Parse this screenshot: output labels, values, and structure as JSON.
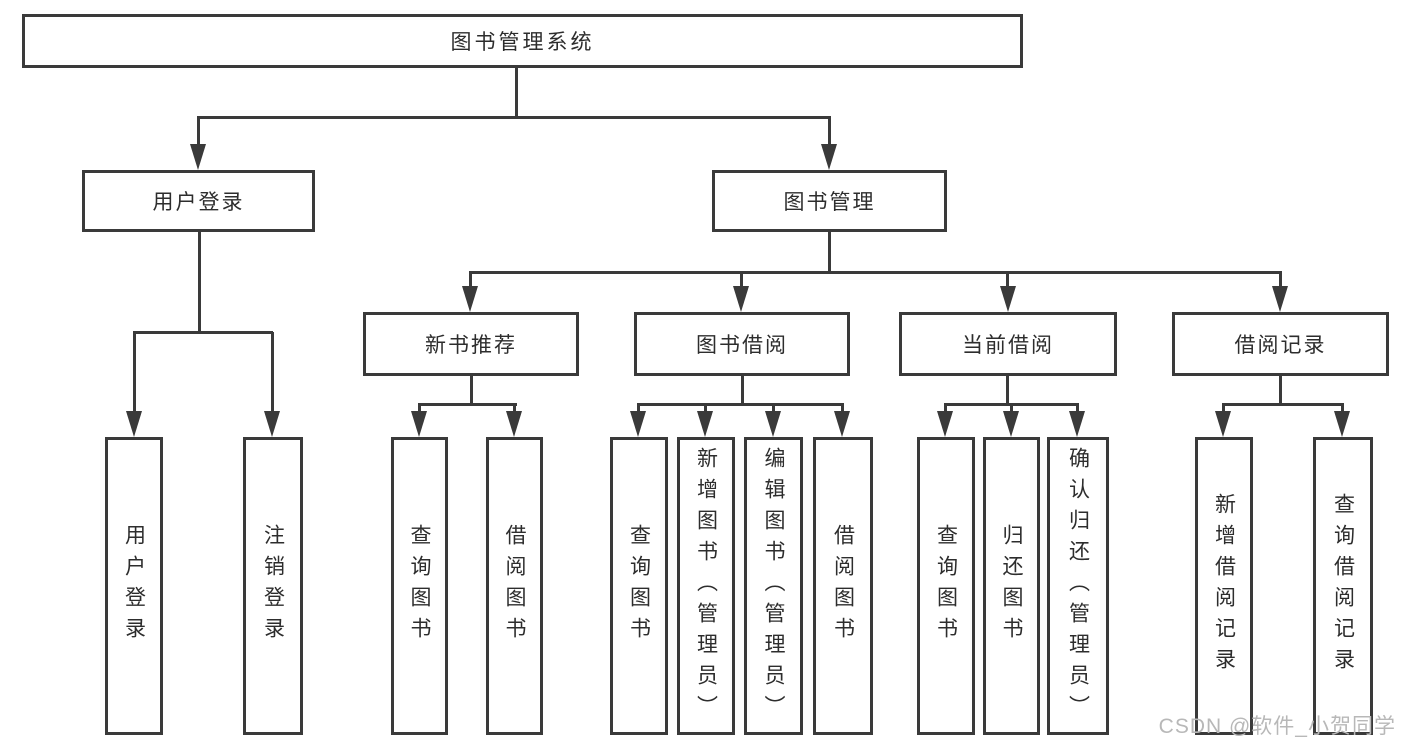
{
  "diagram": {
    "title": "图书管理系统",
    "nodes": {
      "root": "图书管理系统",
      "user_login": "用户登录",
      "book_mgmt": "图书管理",
      "new_book": "新书推荐",
      "book_borrow": "图书借阅",
      "current_borrow": "当前借阅",
      "borrow_record": "借阅记录",
      "leaf_user_login": "用户登录",
      "leaf_logout": "注销登录",
      "leaf_nb_query": "查询图书",
      "leaf_nb_borrow": "借阅图书",
      "leaf_bb_query": "查询图书",
      "leaf_bb_add": "新增图书（管理员）",
      "leaf_bb_edit": "编辑图书（管理员）",
      "leaf_bb_borrow": "借阅图书",
      "leaf_cb_query": "查询图书",
      "leaf_cb_return": "归还图书",
      "leaf_cb_confirm": "确认归还（管理员）",
      "leaf_br_add": "新增借阅记录",
      "leaf_br_query": "查询借阅记录"
    },
    "colors": {
      "line": "#3a3a3a",
      "text": "#2d2d2d",
      "box_background": "#ffffff"
    }
  },
  "watermark": {
    "text": "CSDN @软件_小贺同学",
    "color": "#b8b8b8"
  }
}
